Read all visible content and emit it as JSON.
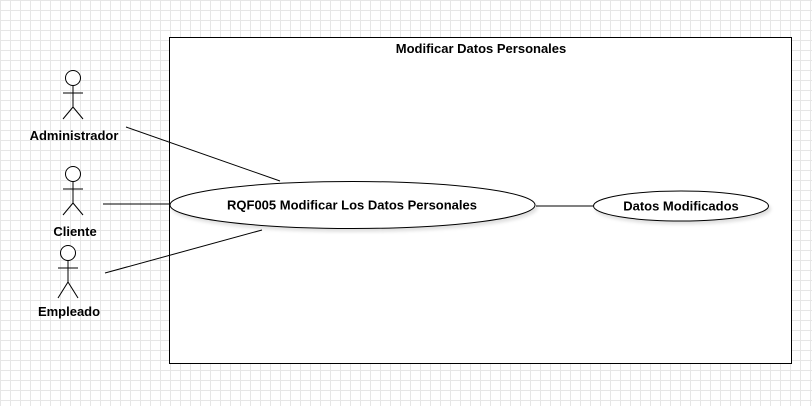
{
  "diagram": {
    "system_boundary": {
      "title": "Modificar Datos Personales"
    },
    "actors": [
      {
        "id": "administrador",
        "label": "Administrador"
      },
      {
        "id": "cliente",
        "label": "Cliente"
      },
      {
        "id": "empleado",
        "label": "Empleado"
      }
    ],
    "use_cases": [
      {
        "id": "rqf005",
        "label": "RQF005 Modificar Los Datos Personales"
      },
      {
        "id": "datos-modificados",
        "label": "Datos Modificados"
      }
    ],
    "associations": [
      {
        "from": "administrador",
        "to": "rqf005"
      },
      {
        "from": "cliente",
        "to": "rqf005"
      },
      {
        "from": "empleado",
        "to": "rqf005"
      },
      {
        "from": "rqf005",
        "to": "datos-modificados"
      }
    ]
  }
}
